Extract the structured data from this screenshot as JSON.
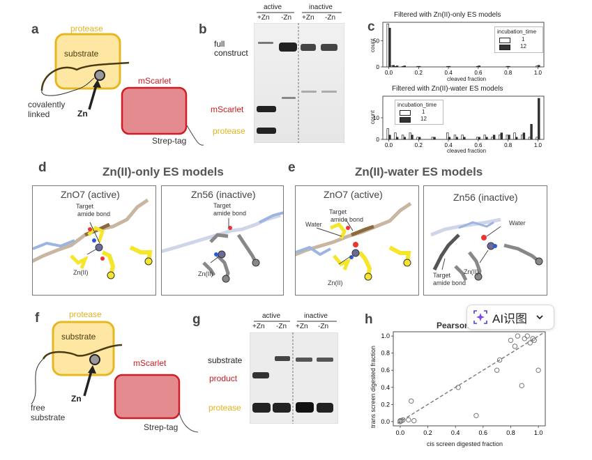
{
  "panels": {
    "a": {
      "letter": "a",
      "protease": "protease",
      "substrate": "substrate",
      "mscarlet": "mScarlet",
      "covalently": "covalently",
      "linked": "linked",
      "zn": "Zn",
      "strep": "Strep-tag"
    },
    "b": {
      "letter": "b",
      "active": "active",
      "inactive": "inactive",
      "lanes": [
        "+Zn",
        "-Zn",
        "+Zn",
        "-Zn"
      ],
      "full1": "full",
      "full2": "construct",
      "mscarlet": "mScarlet",
      "protease": "protease"
    },
    "c": {
      "letter": "c",
      "legend_title": "incubation_time",
      "legend_items": [
        "1",
        "12"
      ]
    },
    "d": {
      "letter": "d",
      "heading": "Zn(II)-only ES models",
      "left_title": "ZnO7 (active)",
      "right_title": "Zn56 (inactive)",
      "target1": "Target",
      "target2": "amide bond",
      "znii": "Zn(II)"
    },
    "e": {
      "letter": "e",
      "heading": "Zn(II)-water ES models",
      "left_title": "ZnO7 (active)",
      "right_title": "Zn56 (inactive)",
      "target1": "Target",
      "target2": "amide bond",
      "water": "Water",
      "znii": "Zn(II)"
    },
    "f": {
      "letter": "f",
      "protease": "protease",
      "substrate": "substrate",
      "mscarlet": "mScarlet",
      "free": "free",
      "free_sub": "substrate",
      "zn": "Zn",
      "strep": "Strep-tag"
    },
    "g": {
      "letter": "g",
      "active": "active",
      "inactive": "inactive",
      "lanes": [
        "+Zn",
        "-Zn",
        "+Zn",
        "-Zn"
      ],
      "substrate": "substrate",
      "product": "product",
      "protease": "protease"
    },
    "h": {
      "letter": "h",
      "title": "Pearson"
    }
  },
  "chart_data": [
    {
      "id": "c-top",
      "type": "bar",
      "title": "Filtered with Zn(II)-only ES models",
      "xlabel": "cleaved fraction",
      "ylabel": "count",
      "xlim": [
        -0.04,
        1.04
      ],
      "ylim": [
        0,
        85
      ],
      "xticks": [
        0.0,
        0.2,
        0.4,
        0.6,
        0.8,
        1.0
      ],
      "yticks": [
        0,
        50
      ],
      "bin_width": 0.025,
      "series": [
        {
          "name": "1",
          "bins": [
            0.0,
            0.025,
            0.05,
            0.1,
            0.2,
            0.4,
            0.6,
            0.8,
            1.0
          ],
          "values": [
            82,
            2,
            1,
            1,
            1,
            1,
            1,
            1,
            2
          ]
        },
        {
          "name": "12",
          "bins": [
            0.0,
            0.025,
            0.05,
            0.1,
            0.2,
            0.4,
            0.6,
            0.8,
            1.0
          ],
          "values": [
            74,
            3,
            2,
            2,
            1,
            1,
            2,
            1,
            3
          ]
        }
      ]
    },
    {
      "id": "c-bottom",
      "type": "bar",
      "title": "Filtered with Zn(II)-water ES models",
      "xlabel": "cleaved fraction",
      "ylabel": "count",
      "xlim": [
        -0.04,
        1.04
      ],
      "ylim": [
        0,
        20
      ],
      "xticks": [
        0.0,
        0.2,
        0.4,
        0.6,
        0.8,
        1.0
      ],
      "yticks": [
        0,
        10
      ],
      "bin_width": 0.025,
      "series": [
        {
          "name": "1",
          "bins": [
            0.0,
            0.05,
            0.1,
            0.15,
            0.2,
            0.3,
            0.4,
            0.45,
            0.5,
            0.6,
            0.65,
            0.7,
            0.75,
            0.8,
            0.85,
            0.9,
            0.95,
            1.0
          ],
          "values": [
            5,
            3,
            2,
            3,
            1,
            1,
            3,
            2,
            2,
            1,
            2,
            1,
            2,
            2,
            3,
            2,
            1,
            1
          ]
        },
        {
          "name": "12",
          "bins": [
            0.0,
            0.05,
            0.1,
            0.15,
            0.2,
            0.3,
            0.4,
            0.45,
            0.5,
            0.6,
            0.65,
            0.7,
            0.75,
            0.8,
            0.85,
            0.9,
            0.95,
            1.0
          ],
          "values": [
            2,
            1,
            1,
            2,
            1,
            1,
            1,
            1,
            1,
            1,
            1,
            2,
            3,
            2,
            1,
            3,
            7,
            19
          ]
        }
      ]
    },
    {
      "id": "h",
      "type": "scatter",
      "title": "Pearson",
      "xlabel": "cis screen digested fraction",
      "ylabel": "trans screen digested fraction",
      "xlim": [
        -0.05,
        1.05
      ],
      "ylim": [
        -0.05,
        1.05
      ],
      "xticks": [
        0.0,
        0.2,
        0.4,
        0.6,
        0.8,
        1.0
      ],
      "yticks": [
        0.0,
        0.2,
        0.4,
        0.6,
        0.8,
        1.0
      ],
      "points": [
        [
          0.0,
          0.0
        ],
        [
          0.01,
          0.01
        ],
        [
          0.02,
          0.02
        ],
        [
          0.0,
          0.01
        ],
        [
          0.08,
          0.24
        ],
        [
          0.06,
          0.02
        ],
        [
          0.1,
          0.01
        ],
        [
          0.42,
          0.4
        ],
        [
          0.55,
          0.07
        ],
        [
          0.7,
          0.6
        ],
        [
          0.72,
          0.72
        ],
        [
          0.8,
          0.95
        ],
        [
          0.83,
          0.88
        ],
        [
          0.85,
          1.0
        ],
        [
          0.88,
          0.42
        ],
        [
          0.9,
          0.97
        ],
        [
          0.92,
          1.0
        ],
        [
          0.94,
          0.92
        ],
        [
          0.96,
          0.97
        ],
        [
          0.97,
          0.95
        ],
        [
          1.0,
          0.6
        ]
      ],
      "fit_line": [
        [
          -0.02,
          -0.02
        ],
        [
          1.05,
          1.05
        ]
      ]
    }
  ],
  "ai_button": {
    "label": "AI识图",
    "icon": "sparkle-scan-icon",
    "chevron": "chevron-down-icon"
  }
}
